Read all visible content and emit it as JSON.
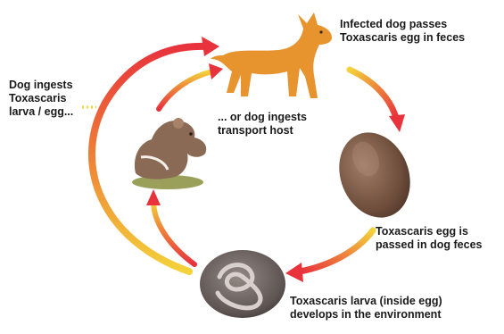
{
  "labels": {
    "dog_passes_egg": [
      "Infected dog passes",
      "Toxascaris egg in feces"
    ],
    "dog_ingests_larva": [
      "Dog ingests",
      "Toxascaris",
      "larva / egg..."
    ],
    "transport_host": [
      "... or dog ingests",
      "transport host"
    ],
    "egg_passed": [
      "Toxascaris egg is",
      "passed in dog feces"
    ],
    "larva_develops": [
      "Toxascaris larva (inside egg)",
      "develops in the environment"
    ]
  },
  "colors": {
    "arrow_red": "#e8323c",
    "arrow_yellow": "#f3d23a",
    "dog_orange": "#e8942e",
    "egg_brown": "#7a5a45",
    "larva_egg_gray": "#6c6360",
    "rodent_brown": "#8a6a55",
    "grass_green": "#9aa05a"
  },
  "icons": [
    "dog-icon",
    "egg-icon",
    "larva-egg-icon",
    "rodent-icon"
  ]
}
